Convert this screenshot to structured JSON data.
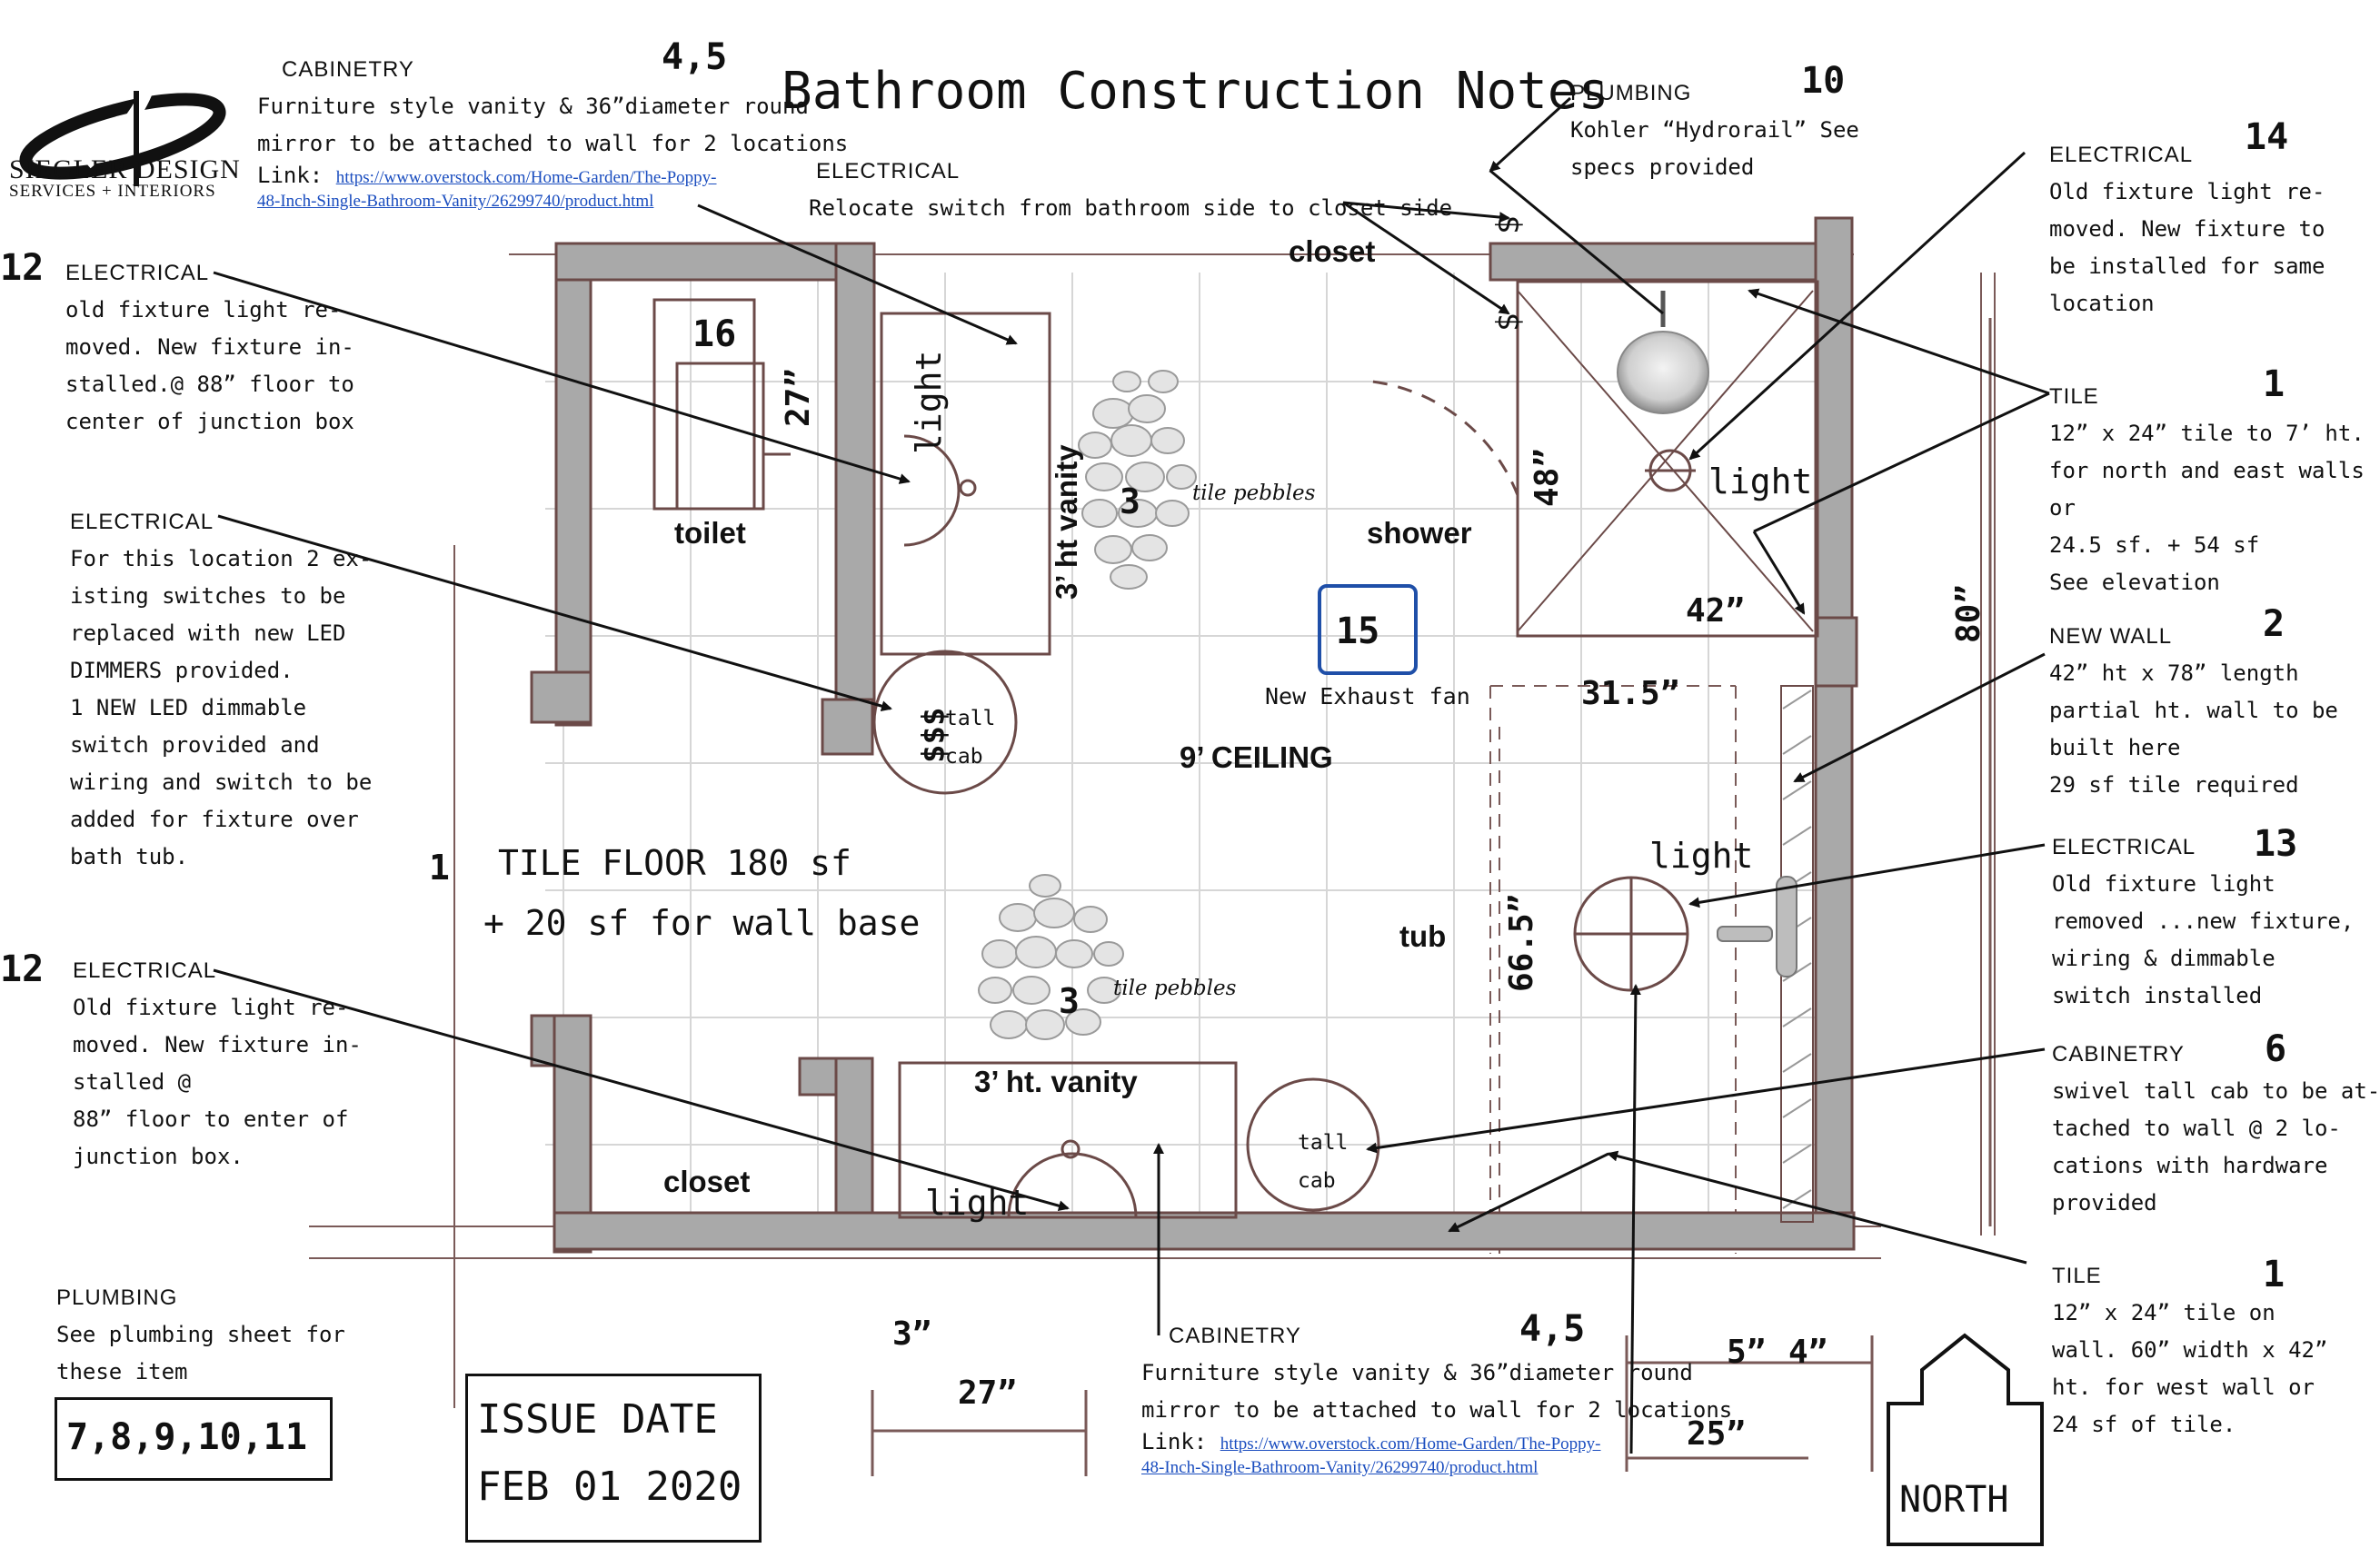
{
  "title": "Bathroom Construction Notes",
  "logo": {
    "line1": "SIEGLER DESIGN",
    "line2": "SERVICES + INTERIORS"
  },
  "notes": {
    "cabinetry_top": {
      "heading": "CABINETRY",
      "number": "4,5",
      "lines": [
        "Furniture style vanity & 36”diameter round",
        "mirror to be attached to wall for 2 locations"
      ],
      "link_label": "Link:",
      "link_line1": "https://www.overstock.com/Home-Garden/The-Poppy-",
      "link_line2": "48-Inch-Single-Bathroom-Vanity/26299740/product.html"
    },
    "electrical_switch": {
      "heading": "ELECTRICAL",
      "lines": [
        "Relocate switch from bathroom side to closet side"
      ]
    },
    "plumbing_top": {
      "heading": "PLUMBING",
      "number": "10",
      "lines": [
        "Kohler “Hydrorail” See",
        "specs provided"
      ]
    },
    "electrical_14": {
      "heading": "ELECTRICAL",
      "number": "14",
      "lines": [
        "Old fixture light re-",
        "moved.  New fixture to",
        "be installed for same",
        "location"
      ]
    },
    "electrical_12a": {
      "heading": "ELECTRICAL",
      "number": "12",
      "lines": [
        "old fixture light re-",
        "moved.  New fixture in-",
        "stalled.@ 88” floor to",
        "center of junction box"
      ]
    },
    "electrical_dimmers": {
      "heading": "ELECTRICAL",
      "lines": [
        "For this location 2 ex-",
        "isting switches to be",
        "replaced with new LED",
        "DIMMERS provided.",
        "1 NEW LED dimmable",
        "switch provided and",
        "wiring and switch to be",
        "added for fixture over",
        "bath tub."
      ]
    },
    "tile_1a": {
      "heading": "TILE",
      "number": "1",
      "lines": [
        "12” x 24” tile to 7’ ht.",
        "for north and east walls",
        "or",
        "24.5 sf. + 54 sf",
        "See elevation"
      ]
    },
    "new_wall": {
      "heading": "NEW WALL",
      "number": "2",
      "lines": [
        "42” ht x 78” length",
        "partial ht. wall to be",
        "built here",
        "29 sf tile required"
      ]
    },
    "electrical_13": {
      "heading": "ELECTRICAL",
      "number": "13",
      "lines": [
        "Old fixture light",
        "removed  ...new fixture,",
        "wiring & dimmable",
        "switch installed"
      ]
    },
    "electrical_12b": {
      "heading": "ELECTRICAL",
      "number": "12",
      "lines": [
        "Old fixture light re-",
        "moved.  New fixture in-",
        "stalled @",
        "88” floor to enter of",
        "junction box."
      ]
    },
    "cabinetry_6": {
      "heading": "CABINETRY",
      "number": "6",
      "lines": [
        "swivel tall cab to be at-",
        "tached to wall @ 2 lo-",
        "cations with hardware",
        "provided"
      ]
    },
    "tile_1b": {
      "heading": "TILE",
      "number": "1",
      "lines": [
        "12” x 24” tile on",
        "wall.  60” width x 42”",
        "ht. for west wall or",
        "24 sf of tile."
      ]
    },
    "plumbing_bottom": {
      "heading": "PLUMBING",
      "lines": [
        "See plumbing sheet for",
        "these item"
      ],
      "items": "7,8,9,10,11"
    },
    "cabinetry_bottom": {
      "heading": "CABINETRY",
      "number": "4,5",
      "lines": [
        "Furniture style vanity & 36”diameter round",
        "mirror to be attached to wall for 2 locations"
      ],
      "link_label": "Link:",
      "link_line1": "https://www.overstock.com/Home-Garden/The-Poppy-",
      "link_line2": "48-Inch-Single-Bathroom-Vanity/26299740/product.html"
    }
  },
  "plan_labels": {
    "closet_top": "closet",
    "closet_bottom": "closet",
    "toilet": "toilet",
    "shower": "shower",
    "tub": "tub",
    "vanity_top": "3’ ht  vanity",
    "vanity_bottom": "3’ ht. vanity",
    "ceiling": "9’ CEILING",
    "tall_cab": "tall",
    "cab": "cab",
    "tall_cab2": "tall",
    "cab2": "cab",
    "light_1": "light",
    "light_2": "light",
    "light_3": "light",
    "light_4": "light",
    "pebbles_num1": "3",
    "pebbles_label1": "tile pebbles",
    "pebbles_num2": "3",
    "pebbles_label2": "tile pebbles",
    "box16": "16",
    "fan_num": "15",
    "fan_label": "New Exhaust fan",
    "floor_num": "1",
    "floor_line1": "TILE FLOOR 180 sf",
    "floor_line2": "+ 20 sf for wall base",
    "switch_mark": "$",
    "switch_mark2": "$",
    "switches_triple": "$$$"
  },
  "dimensions": {
    "d27_top": "27”",
    "d48": "48”",
    "d42": "42”",
    "d80": "80”",
    "d31_5": "31.5”",
    "d66_5": "66.5”",
    "d3": "3”",
    "d27": "27”",
    "d5": "5”",
    "d4": "4”",
    "d25": "25”"
  },
  "issue": {
    "line1": "ISSUE DATE",
    "line2": "FEB 01 2020"
  },
  "north": "NORTH",
  "colors": {
    "wall_fill": "#a9a9a9",
    "wall_stroke": "#6b4a48",
    "sketch": "#7a5a58",
    "grid": "#cfcfcf",
    "fan_box": "#1f4fa8",
    "link": "#1a4dbf"
  }
}
